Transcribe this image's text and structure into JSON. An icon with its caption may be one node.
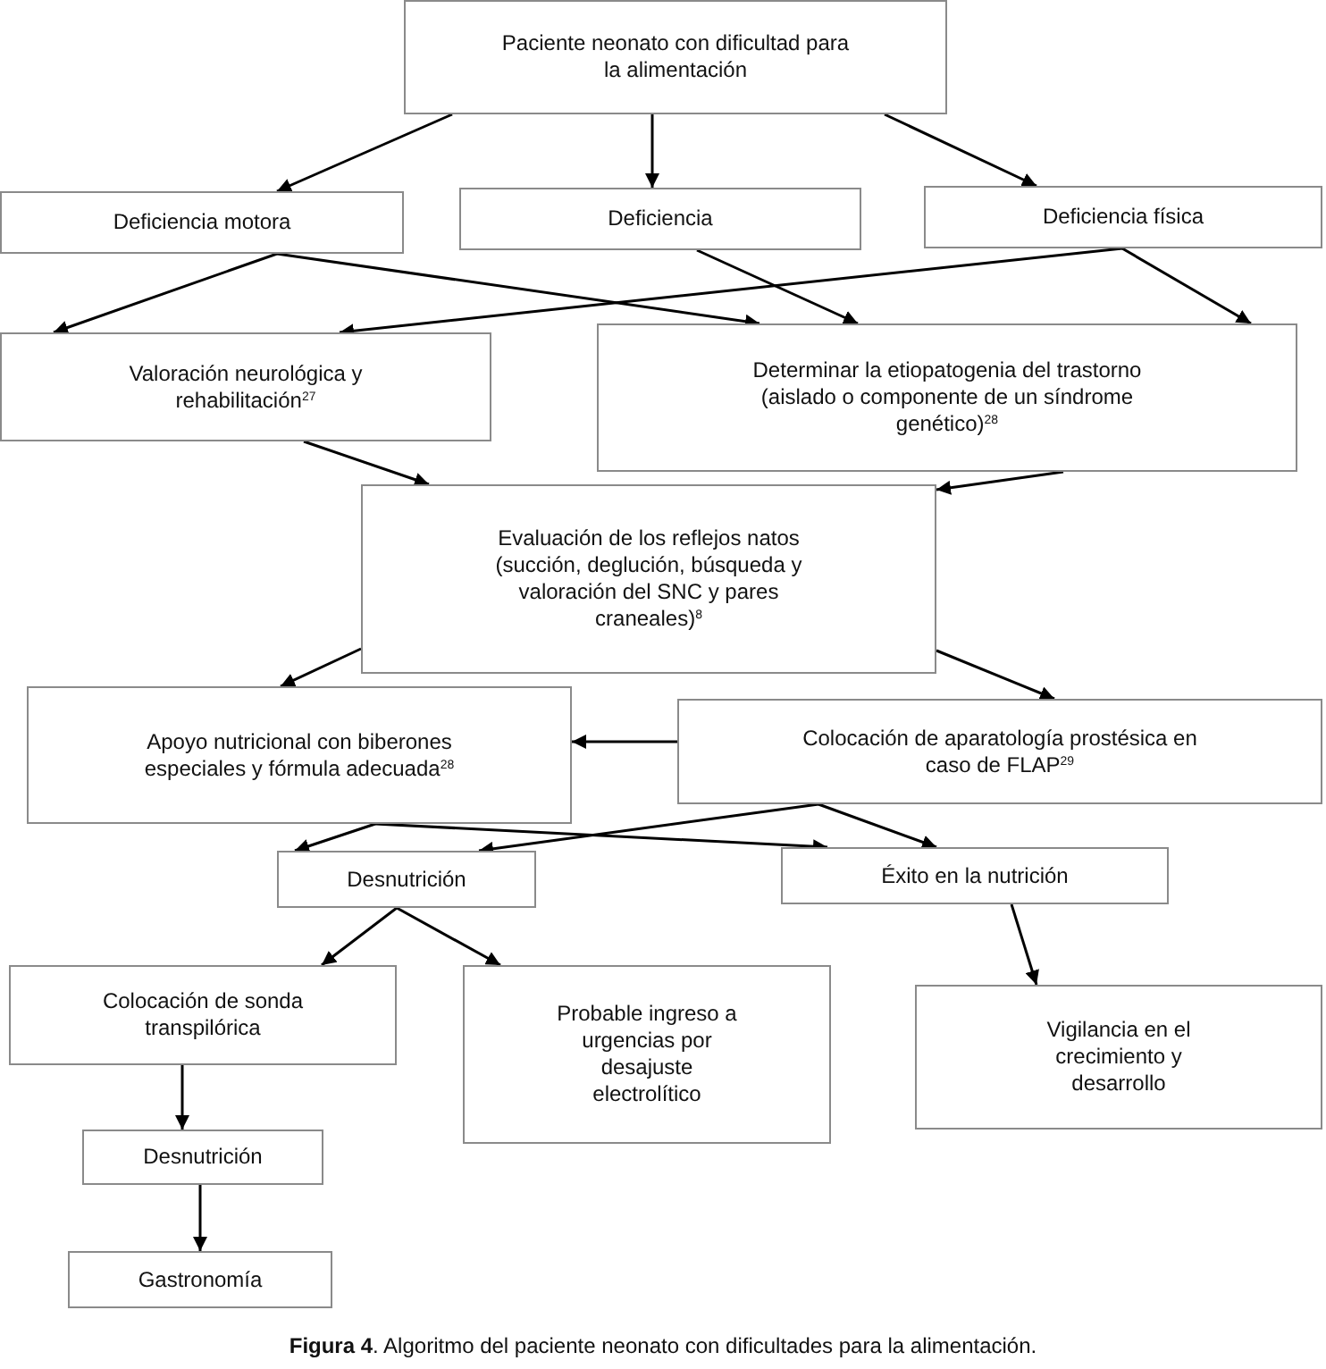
{
  "diagram": {
    "caption": "**Figura 4**. Algoritmo del paciente neonato con dificultades para la alimentación.",
    "nodes": [
      {
        "text": [
          "Paciente neonato con dificultad para la alimentación"
        ]
      },
      {
        "text": [
          "Deficiencia motora"
        ]
      },
      {
        "text": [
          "Deficiencia"
        ]
      },
      {
        "text": [
          "Deficiencia física"
        ]
      },
      {
        "text": [
          "Valoración neurológica y rehabilitación$^{27}$"
        ]
      },
      {
        "text": [
          "Determinar la etiopatogenia del trastorno (aislado o componente de un síndrome genético)$^{28}$"
        ]
      },
      {
        "text": [
          "Evaluación de los reflejos natos (succión, deglución, búsqueda y valoración del SNC y pares craneales)$^{8}$"
        ]
      },
      {
        "text": [
          "Apoyo nutricional con biberones especiales y fórmula adecuada$^{28}$"
        ]
      },
      {
        "text": [
          "Colocación de aparatología prostésica en caso de FLAP$^{29}$"
        ]
      },
      {
        "text": [
          "Desnutrición"
        ]
      },
      {
        "text": [
          "Éxito en la nutrición"
        ]
      },
      {
        "text": [
          "Colocación de sonda transpilórica"
        ]
      },
      {
        "text": [
          "Probable ingreso a urgencias por desajuste electrolítico"
        ]
      },
      {
        "text": [
          "Vigilancia en el crecimiento y desarrollo"
        ]
      },
      {
        "text": [
          "Desnutrición"
        ]
      },
      {
        "text": [
          "Gastronomía"
        ]
      }
    ],
    "edges": [
      {
        "from": 0,
        "to": 1,
        "arrow": "to"
      },
      {
        "from": 0,
        "to": 2,
        "arrow": "to"
      },
      {
        "from": 0,
        "to": 3,
        "arrow": "to"
      },
      {
        "from": 1,
        "to": 4,
        "arrow": "to"
      },
      {
        "from": 1,
        "to": 5,
        "arrow": "to"
      },
      {
        "from": 2,
        "to": 5,
        "arrow": "to"
      },
      {
        "from": 3,
        "to": 4,
        "arrow": "to"
      },
      {
        "from": 3,
        "to": 5,
        "arrow": "to"
      },
      {
        "from": 4,
        "to": 6,
        "arrow": "to"
      },
      {
        "from": 5,
        "to": 6,
        "arrow": "to"
      },
      {
        "from": 6,
        "to": 7,
        "arrow": "to"
      },
      {
        "from": 6,
        "to": 8,
        "arrow": "to"
      },
      {
        "from": 8,
        "to": 7,
        "arrow": "to"
      },
      {
        "from": 7,
        "to": 9,
        "arrow": "to"
      },
      {
        "from": 7,
        "to": 10,
        "arrow": "to"
      },
      {
        "from": 8,
        "to": 9,
        "arrow": "to"
      },
      {
        "from": 8,
        "to": 10,
        "arrow": "to"
      },
      {
        "from": 9,
        "to": 11,
        "arrow": "to"
      },
      {
        "from": 9,
        "to": 12,
        "arrow": "to"
      },
      {
        "from": 10,
        "to": 13,
        "arrow": "to"
      },
      {
        "from": 11,
        "to": 14,
        "arrow": "to"
      },
      {
        "from": 14,
        "to": 15,
        "arrow": "to"
      }
    ]
  }
}
